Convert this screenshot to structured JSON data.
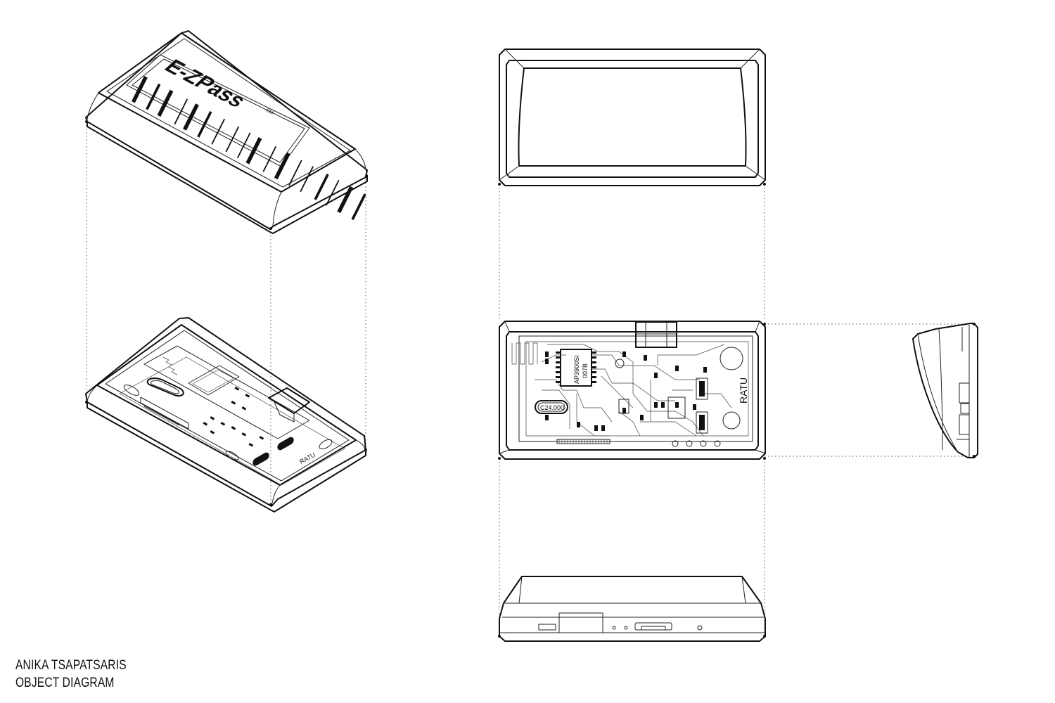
{
  "credit": {
    "author": "ANIKA TSAPATSARIS",
    "subtitle": "OBJECT DIAGRAM"
  },
  "labels": {
    "top_shell_brand": "E-ZPass",
    "top_shell_mark": "SM",
    "chip_main": "AP3900SI",
    "chip_code": "007B",
    "crystal": "C24.000",
    "logo": "RATU"
  }
}
